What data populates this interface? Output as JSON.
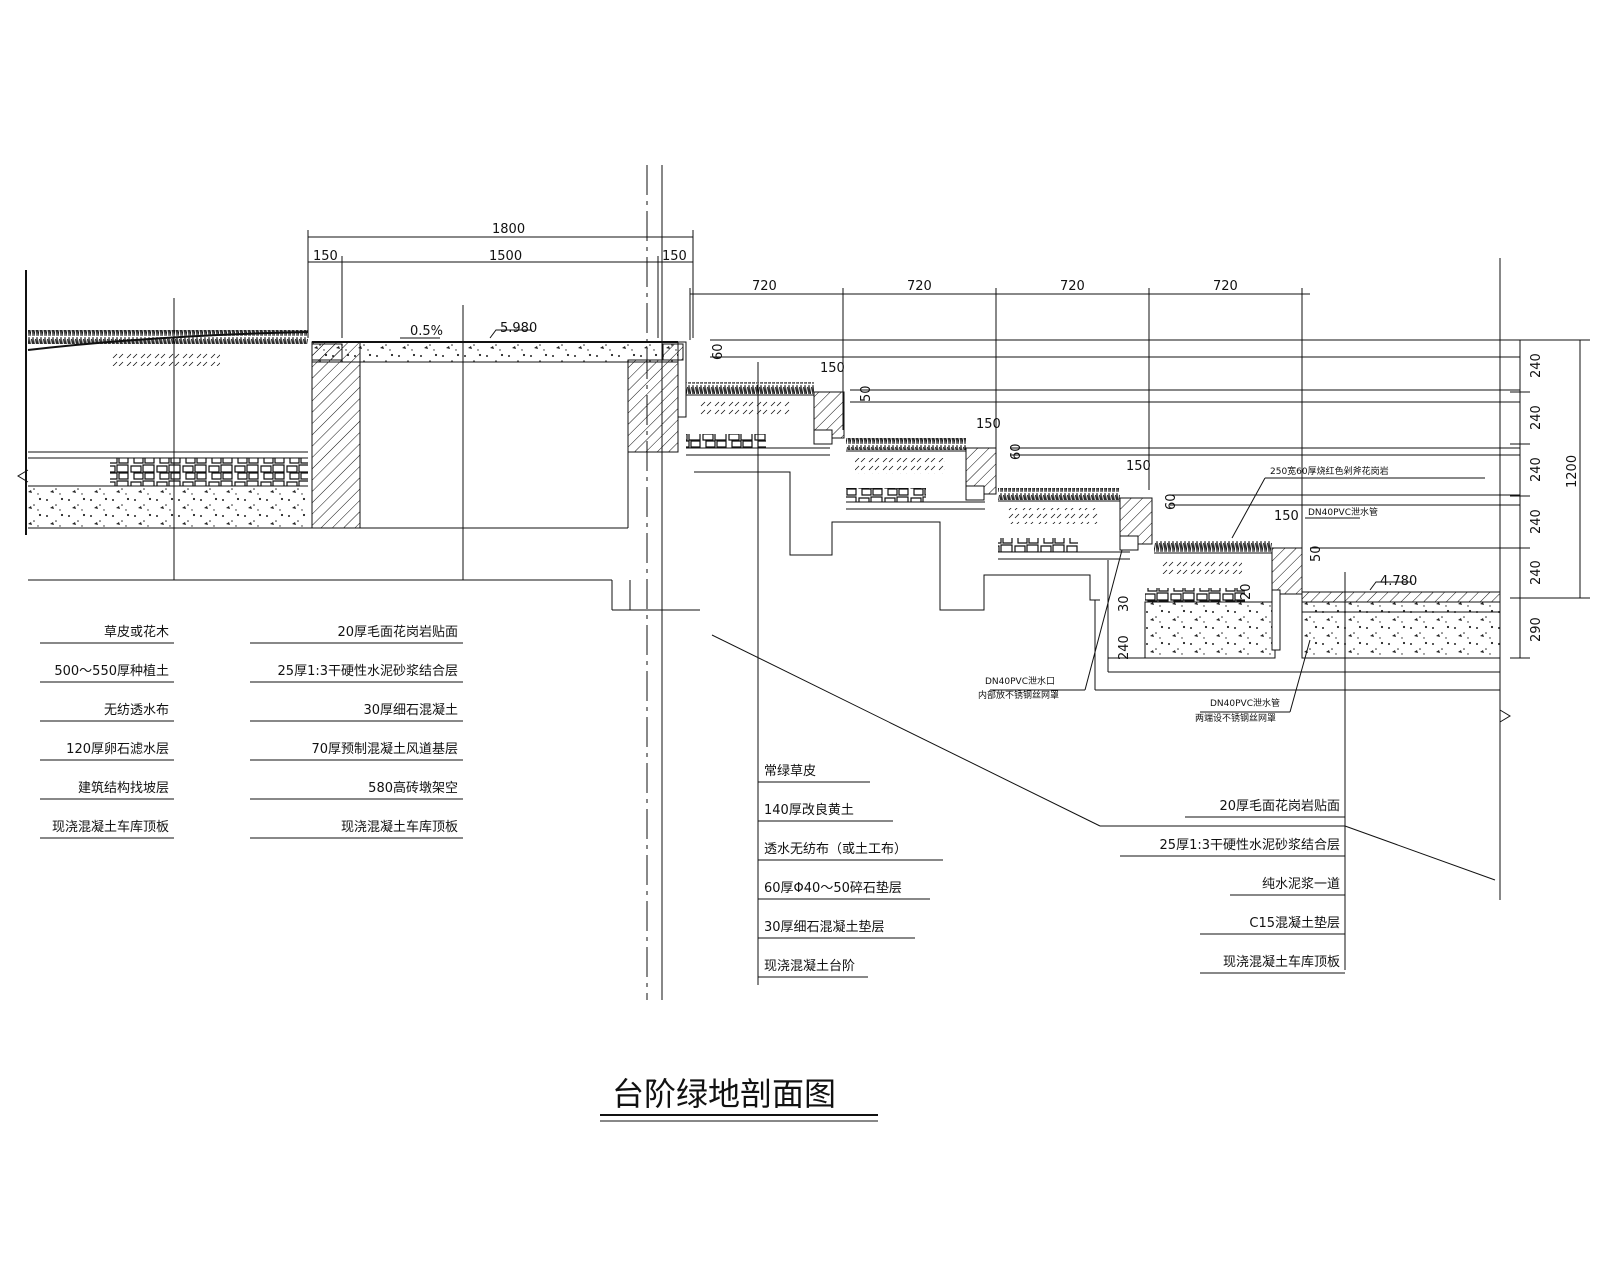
{
  "title": "台阶绿地剖面图",
  "dimensions": {
    "top_total": "1800",
    "top_left": "150",
    "top_mid": "1500",
    "top_right": "150",
    "steps": [
      "720",
      "720",
      "720",
      "720"
    ],
    "right_stack": [
      "240",
      "240",
      "240",
      "240",
      "240",
      "290"
    ],
    "right_total": "1200",
    "edge_150_a": "150",
    "edge_150_b": "150",
    "edge_150_c": "150",
    "edge_150_d": "150",
    "height_60_a": "60",
    "height_50": "50",
    "height_60_b": "60",
    "height_60_c": "60",
    "height_50_b": "50",
    "left_30": "30",
    "left_240": "240",
    "note_20": "20"
  },
  "annotations": {
    "slope": "0.5%",
    "elev_top": "5.980",
    "elev_bottom": "4.780",
    "coping_note": "250宽60厚烧红色剁斧花岗岩",
    "drain_small_note": "DN40PVC泄水管",
    "pipe_note_1": "DN40PVC泄水口",
    "pipe_note_1b": "内部放不锈钢丝网罩",
    "pipe_note_2": "DN40PVC泄水管",
    "pipe_note_2b": "两端设不锈钢丝网罩"
  },
  "legend_left": [
    "草皮或花木",
    "500～550厚种植土",
    "无纺透水布",
    "120厚卵石滤水层",
    "建筑结构找坡层",
    "现浇混凝土车库顶板"
  ],
  "legend_mid": [
    "20厚毛面花岗岩贴面",
    "25厚1:3干硬性水泥砂浆结合层",
    "30厚细石混凝土",
    "70厚预制混凝土风道基层",
    "580高砖墩架空",
    "现浇混凝土车库顶板"
  ],
  "legend_center": [
    "常绿草皮",
    "140厚改良黄土",
    "透水无纺布（或土工布）",
    "60厚Φ40～50碎石垫层",
    "30厚细石混凝土垫层",
    "现浇混凝土台阶"
  ],
  "legend_right": [
    "20厚毛面花岗岩贴面",
    "25厚1:3干硬性水泥砂浆结合层",
    "纯水泥浆一道",
    "C15混凝土垫层",
    "现浇混凝土车库顶板"
  ]
}
